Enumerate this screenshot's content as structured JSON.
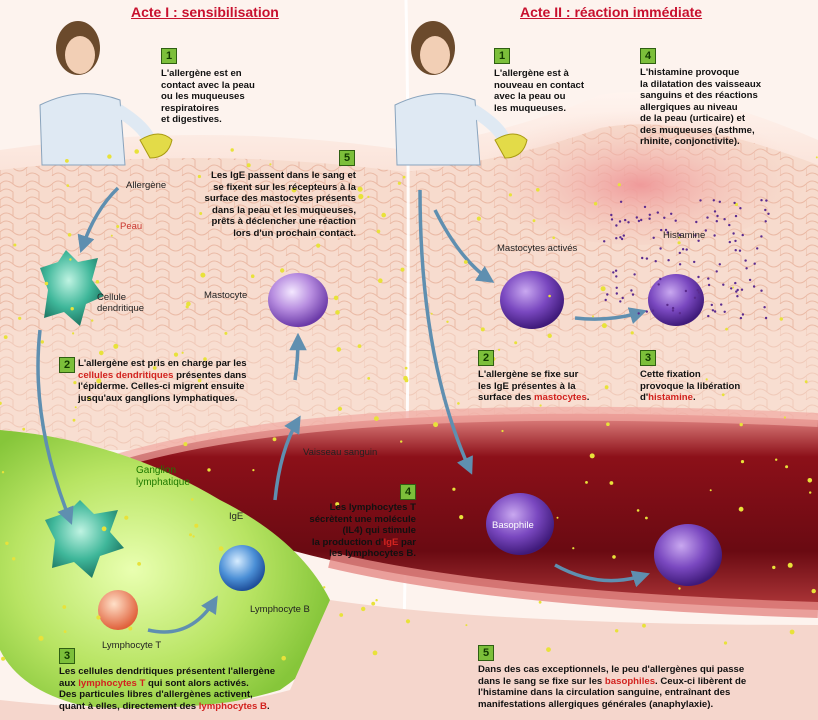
{
  "act1": {
    "title": "Acte I : sensibilisation",
    "labels": {
      "allergen": "Allergène",
      "skin": "Peau",
      "dendritic_cell": "Cellule\ndendritique",
      "mast_cell": "Mastocyte",
      "blood_vessel": "Vaisseau sanguin",
      "lymph_node": "Ganglion\nlymphatique",
      "ige": "IgE",
      "b_lymphocyte": "Lymphocyte B",
      "t_lymphocyte": "Lymphocyte T"
    },
    "steps": [
      {
        "num": "1",
        "parts": [
          {
            "t": "L'allergène est en\ncontact avec la peau\nou les muqueuses\nrespiratoires\net digestives.",
            "hl": false
          }
        ]
      },
      {
        "num": "2",
        "parts": [
          {
            "t": "L'allergène est pris en charge par les\n",
            "hl": false
          },
          {
            "t": "cellules dendritiques",
            "hl": true
          },
          {
            "t": " présentes dans\nl'épiderme. Celles-ci migrent ensuite\njusqu'aux ganglions lymphatiques.",
            "hl": false
          }
        ]
      },
      {
        "num": "3",
        "parts": [
          {
            "t": "Les cellules dendritiques présentent l'allergène\naux ",
            "hl": false
          },
          {
            "t": "lymphocytes T",
            "hl": true
          },
          {
            "t": " qui sont alors activés.\nDes particules libres d'allergènes activent,\nquant à elles, directement des ",
            "hl": false
          },
          {
            "t": "lymphocytes B",
            "hl": true
          },
          {
            "t": ".",
            "hl": false
          }
        ]
      },
      {
        "num": "4",
        "parts": [
          {
            "t": "Les lymphocytes T\nsécrètent une molécule\n(IL4) qui stimule\nla production d'",
            "hl": false
          },
          {
            "t": "IgE",
            "hl": true
          },
          {
            "t": " par\nles lymphocytes B.",
            "hl": false
          }
        ]
      },
      {
        "num": "5",
        "parts": [
          {
            "t": "Les IgE passent dans le sang et\nse fixent sur les récepteurs à la\nsurface des mastocytes présents\ndans la peau et les muqueuses,\nprêts à déclencher une réaction\nlors d'un prochain contact.",
            "hl": false
          }
        ]
      }
    ]
  },
  "act2": {
    "title": "Acte II : réaction immédiate",
    "labels": {
      "activated_mast_cells": "Mastocytes activés",
      "histamine": "Histamine",
      "basophil": "Basophile"
    },
    "steps": [
      {
        "num": "1",
        "parts": [
          {
            "t": "L'allergène est à\nnouveau en contact\navec la peau ou\nles muqueuses.",
            "hl": false
          }
        ]
      },
      {
        "num": "2",
        "parts": [
          {
            "t": "L'allergène se fixe sur\nles IgE présentes à la\nsurface des ",
            "hl": false
          },
          {
            "t": "mastocytes",
            "hl": true
          },
          {
            "t": ".",
            "hl": false
          }
        ]
      },
      {
        "num": "3",
        "parts": [
          {
            "t": "Cette fixation\nprovoque la libération\nd'",
            "hl": false
          },
          {
            "t": "histamine",
            "hl": true
          },
          {
            "t": ".",
            "hl": false
          }
        ]
      },
      {
        "num": "4",
        "parts": [
          {
            "t": "L'histamine provoque\nla dilatation des vaisseaux\nsanguins et des réactions\nallergiques au niveau\nde la peau (urticaire) et\ndes muqueuses (asthme,\nrhinite, conjonctivite).",
            "hl": false
          }
        ]
      },
      {
        "num": "5",
        "parts": [
          {
            "t": "Dans des cas exceptionnels, le peu d'allergènes qui passe\ndans le sang se fixe sur les ",
            "hl": false
          },
          {
            "t": "basophiles",
            "hl": true
          },
          {
            "t": ". Ceux-ci libèrent de\nl'histamine dans la circulation sanguine, entraînant des\nmanifestations allergiques générales (anaphylaxie).",
            "hl": false
          }
        ]
      }
    ]
  },
  "colors": {
    "title_red": "#c8102e",
    "highlight_red": "#d2231f",
    "badge_green": "#7cbf3a",
    "skin": "#f3c9b8",
    "vessel_dark": "#7a0d14",
    "lymph_green": "#a8dc54",
    "mast_cell_purple": "#9a6fc4",
    "basophil_purple": "#6b3aa8",
    "dendritic_teal": "#3fb79a",
    "t_cell_orange": "#e8744a",
    "b_cell_blue": "#3a7fc8",
    "allergen_yellow": "#e8e23a"
  },
  "icons": [
    "person-icon",
    "glove-icon",
    "dendritic-cell-icon",
    "mast-cell-icon",
    "basophil-icon",
    "lymphocyte-icon",
    "arrow-icon"
  ]
}
